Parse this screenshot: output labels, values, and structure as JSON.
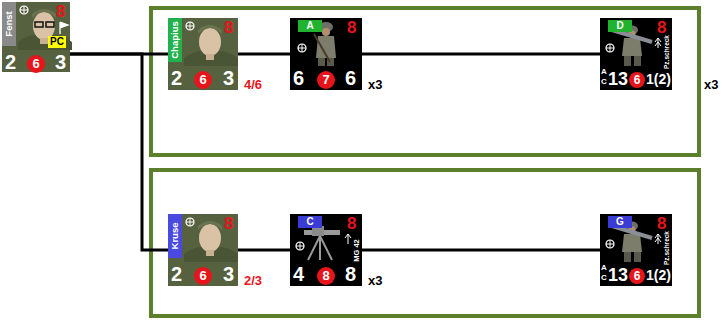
{
  "diagram": {
    "nodes": [
      {
        "text": [
          "Fenst",
          "8",
          "PC",
          "2",
          "6",
          "3"
        ]
      },
      {
        "text": [
          "Chapius",
          "8",
          "2",
          "6",
          "3",
          "4/6"
        ]
      },
      {
        "text": [
          "A",
          "8",
          "6",
          "7",
          "6",
          "x3"
        ]
      },
      {
        "text": [
          "D",
          "8",
          "A",
          "C",
          "13",
          "6",
          "1(2)",
          "Pz.schreck",
          "x3"
        ]
      },
      {
        "text": [
          "Kruse",
          "8",
          "2",
          "6",
          "3",
          "2/3"
        ]
      },
      {
        "text": [
          "C",
          "8",
          "4",
          "8",
          "8",
          "MG 42",
          "x3"
        ]
      },
      {
        "text": [
          "G",
          "8",
          "A",
          "C",
          "13",
          "6",
          "1(2)",
          "Pz.schreck"
        ]
      }
    ],
    "edges": [
      {
        "from": 0,
        "to": 1,
        "arrow": "none"
      },
      {
        "from": 0,
        "to": 4,
        "arrow": "none"
      },
      {
        "from": 1,
        "to": 2,
        "arrow": "none"
      },
      {
        "from": 2,
        "to": 3,
        "arrow": "none"
      },
      {
        "from": 4,
        "to": 5,
        "arrow": "none"
      },
      {
        "from": 5,
        "to": 6,
        "arrow": "none"
      }
    ]
  }
}
